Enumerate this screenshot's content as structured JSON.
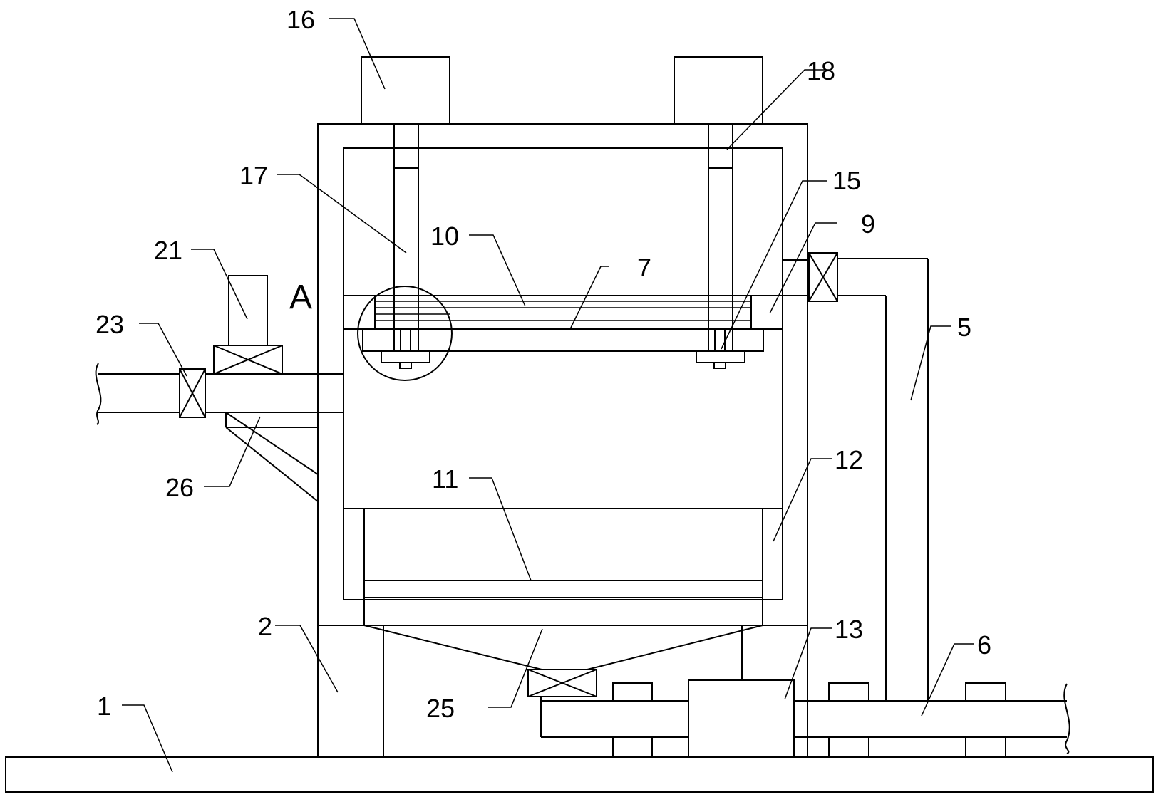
{
  "labels": {
    "l1": "1",
    "l2": "2",
    "l5": "5",
    "l6": "6",
    "l7": "7",
    "l9": "9",
    "l10": "10",
    "l11": "11",
    "l12": "12",
    "l13": "13",
    "l15": "15",
    "l16": "16",
    "l17": "17",
    "l18": "18",
    "l21": "21",
    "l23": "23",
    "l25": "25",
    "l26": "26",
    "detail": "A"
  }
}
